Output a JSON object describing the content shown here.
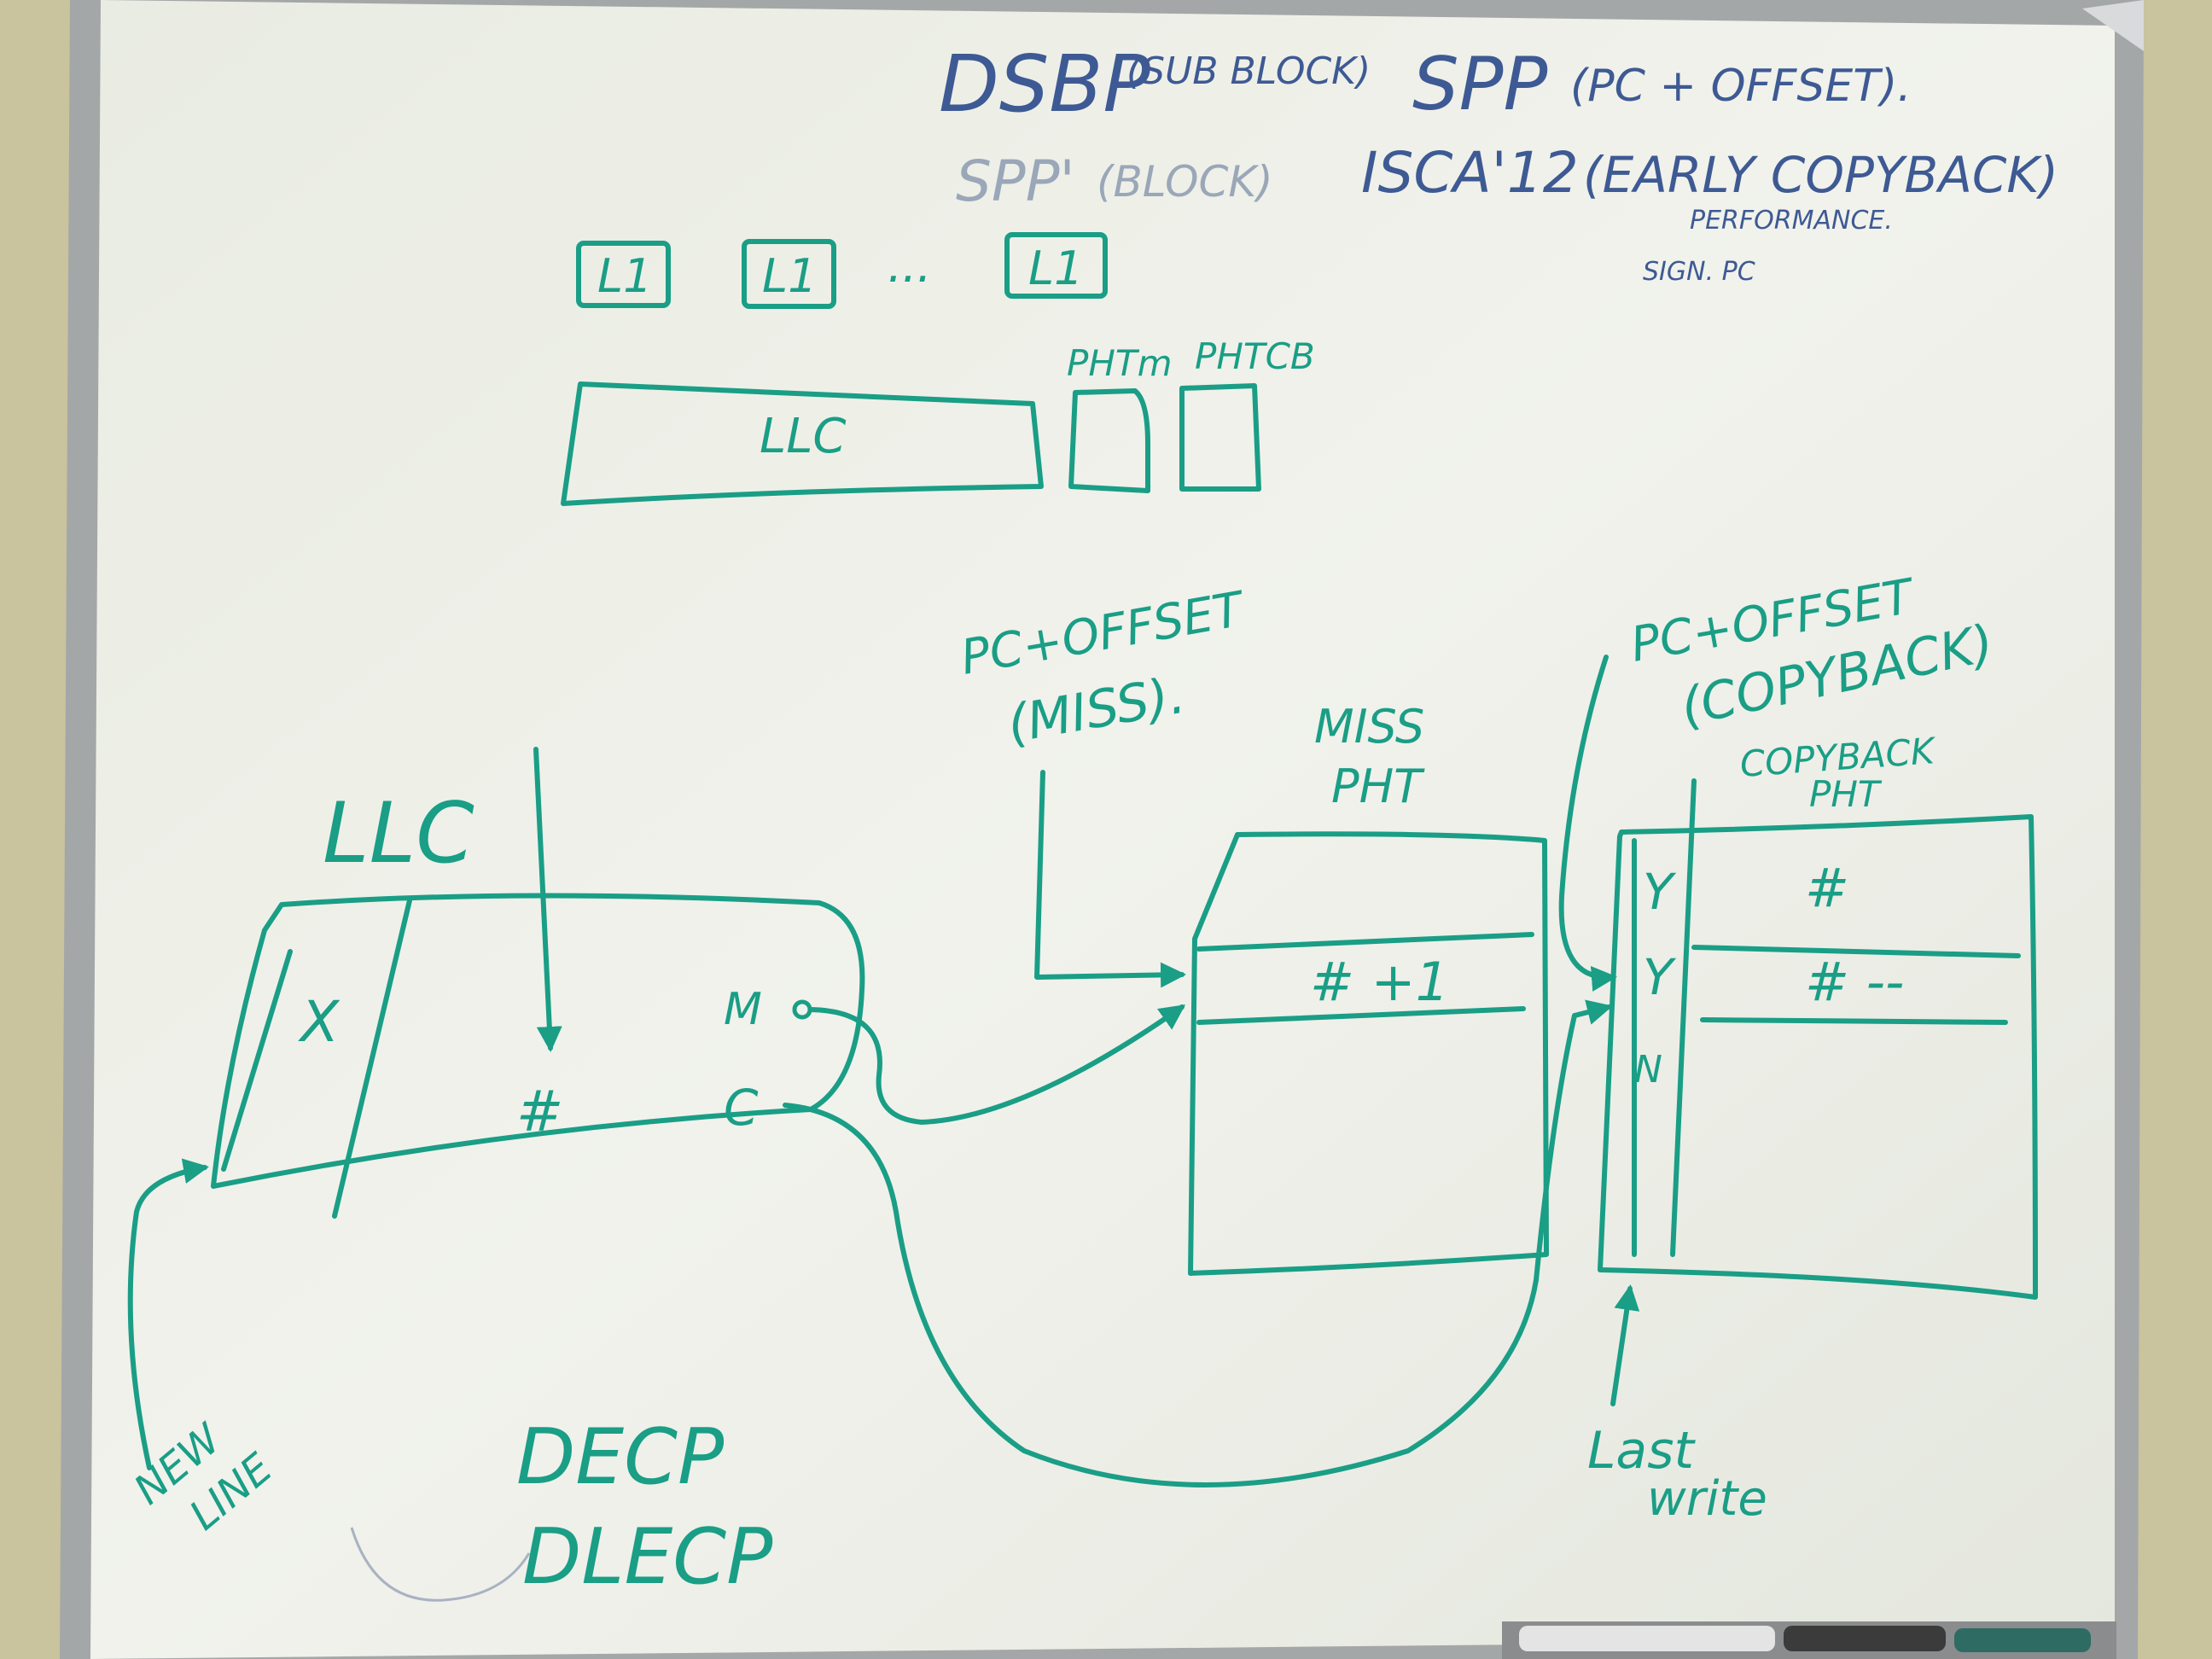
{
  "notes": {
    "top_line1_left": "DSBP",
    "top_line1_left_paren": "(SUB BLOCK)",
    "top_line1_right": "SPP",
    "top_line1_right_paren": "(PC + OFFSET).",
    "top_line2_left": "SPP'",
    "top_line2_left_paren": "(BLOCK)",
    "top_line2_right": "ISCA'12",
    "top_line2_right_paren": "(EARLY COPYBACK)",
    "perf": "PERFORMANCE.",
    "sign": "SIGN. PC"
  },
  "top_diagram": {
    "l1_labels": [
      "L1",
      "L1",
      "L1"
    ],
    "dots": "...",
    "llc_label": "LLC",
    "pht_m": "PHTm",
    "pht_cb": "PHTCB"
  },
  "main_diagram": {
    "llc_title": "LLC",
    "x_mark": "X",
    "hash_mark": "#",
    "m_label": "M",
    "c_label": "C",
    "new_line": [
      "NEW",
      "LINE"
    ],
    "decp": "DECP",
    "dlecp": "DLECP",
    "pc_offset_miss": [
      "PC+OFFSET",
      "(MISS)."
    ],
    "miss_pht_title": [
      "MISS",
      "PHT"
    ],
    "miss_row": "# +1",
    "pc_offset_copyback": [
      "PC+OFFSET",
      "(COPYBACK)"
    ],
    "copyback_pht_title": [
      "COPYBACK",
      "PHT"
    ],
    "cb_flags": [
      "Y",
      "Y",
      "N"
    ],
    "cb_row1": "#",
    "cb_row2": "# --",
    "last_write": [
      "Last",
      "write"
    ]
  },
  "colors": {
    "marker_green": "#1a9e86",
    "marker_blue": "#3e5a94",
    "board_white": "#eef0e8",
    "frame_gray": "#9a9d9f",
    "wall": "#c9c39e"
  }
}
